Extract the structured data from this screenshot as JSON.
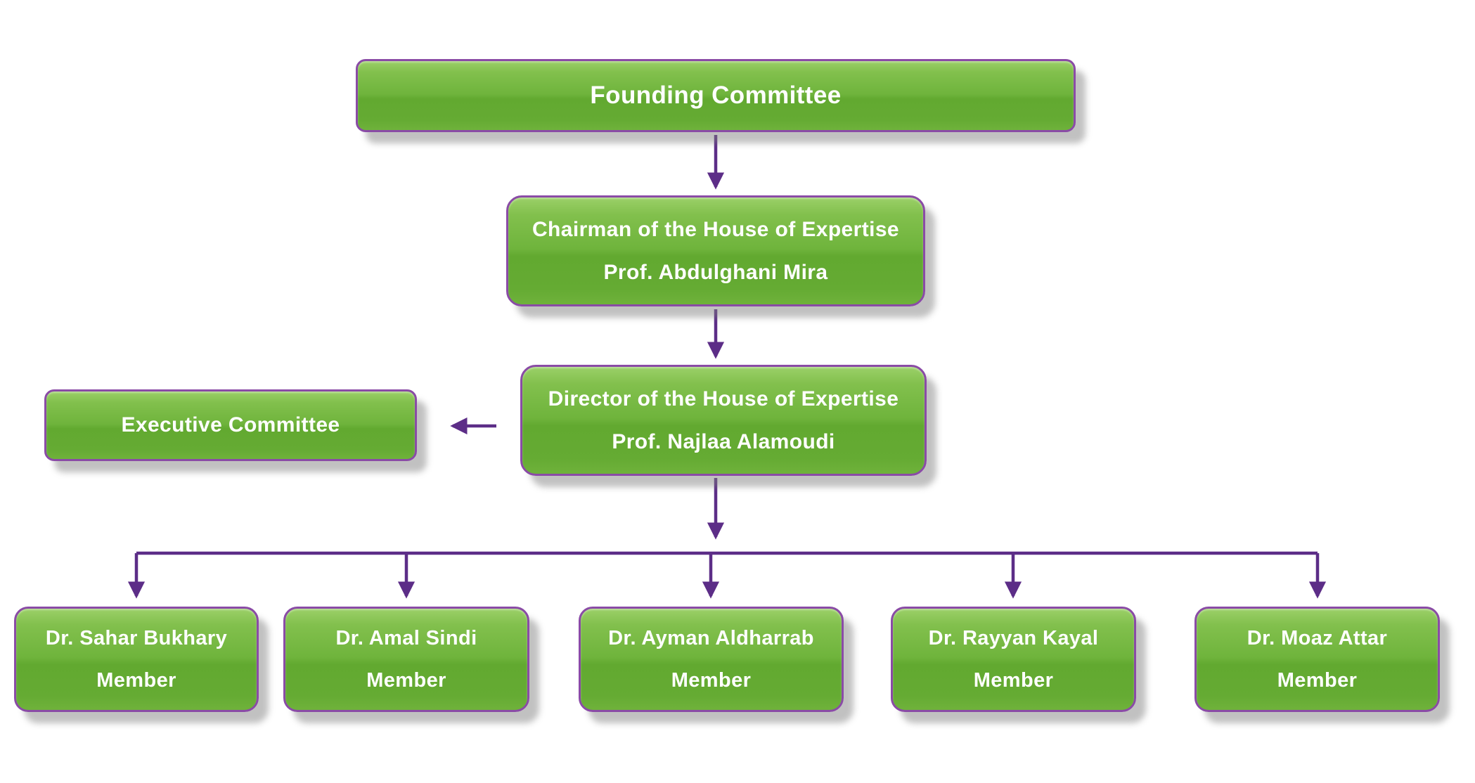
{
  "org": {
    "founding": {
      "title": "Founding Committee"
    },
    "chairman": {
      "title": "Chairman of the House of Expertise",
      "name": "Prof. Abdulghani Mira"
    },
    "director": {
      "title": "Director of the House of Expertise",
      "name": "Prof. Najlaa Alamoudi"
    },
    "executive": {
      "title": "Executive Committee"
    },
    "members": [
      {
        "name": "Dr. Sahar Bukhary",
        "role": "Member"
      },
      {
        "name": "Dr. Amal Sindi",
        "role": "Member"
      },
      {
        "name": "Dr. Ayman Aldharrab",
        "role": "Member"
      },
      {
        "name": "Dr. Rayyan Kayal",
        "role": "Member"
      },
      {
        "name": "Dr. Moaz Attar",
        "role": "Member"
      }
    ]
  },
  "colors": {
    "box_green_top": "#9bd068",
    "box_green_main": "#6fb43c",
    "box_green_dark": "#62a930",
    "box_border_purple": "#8a4ba6",
    "arrow_purple": "#5c2d87",
    "text": "#ffffff",
    "background": "#ffffff",
    "shadow": "#7e7e7e"
  }
}
